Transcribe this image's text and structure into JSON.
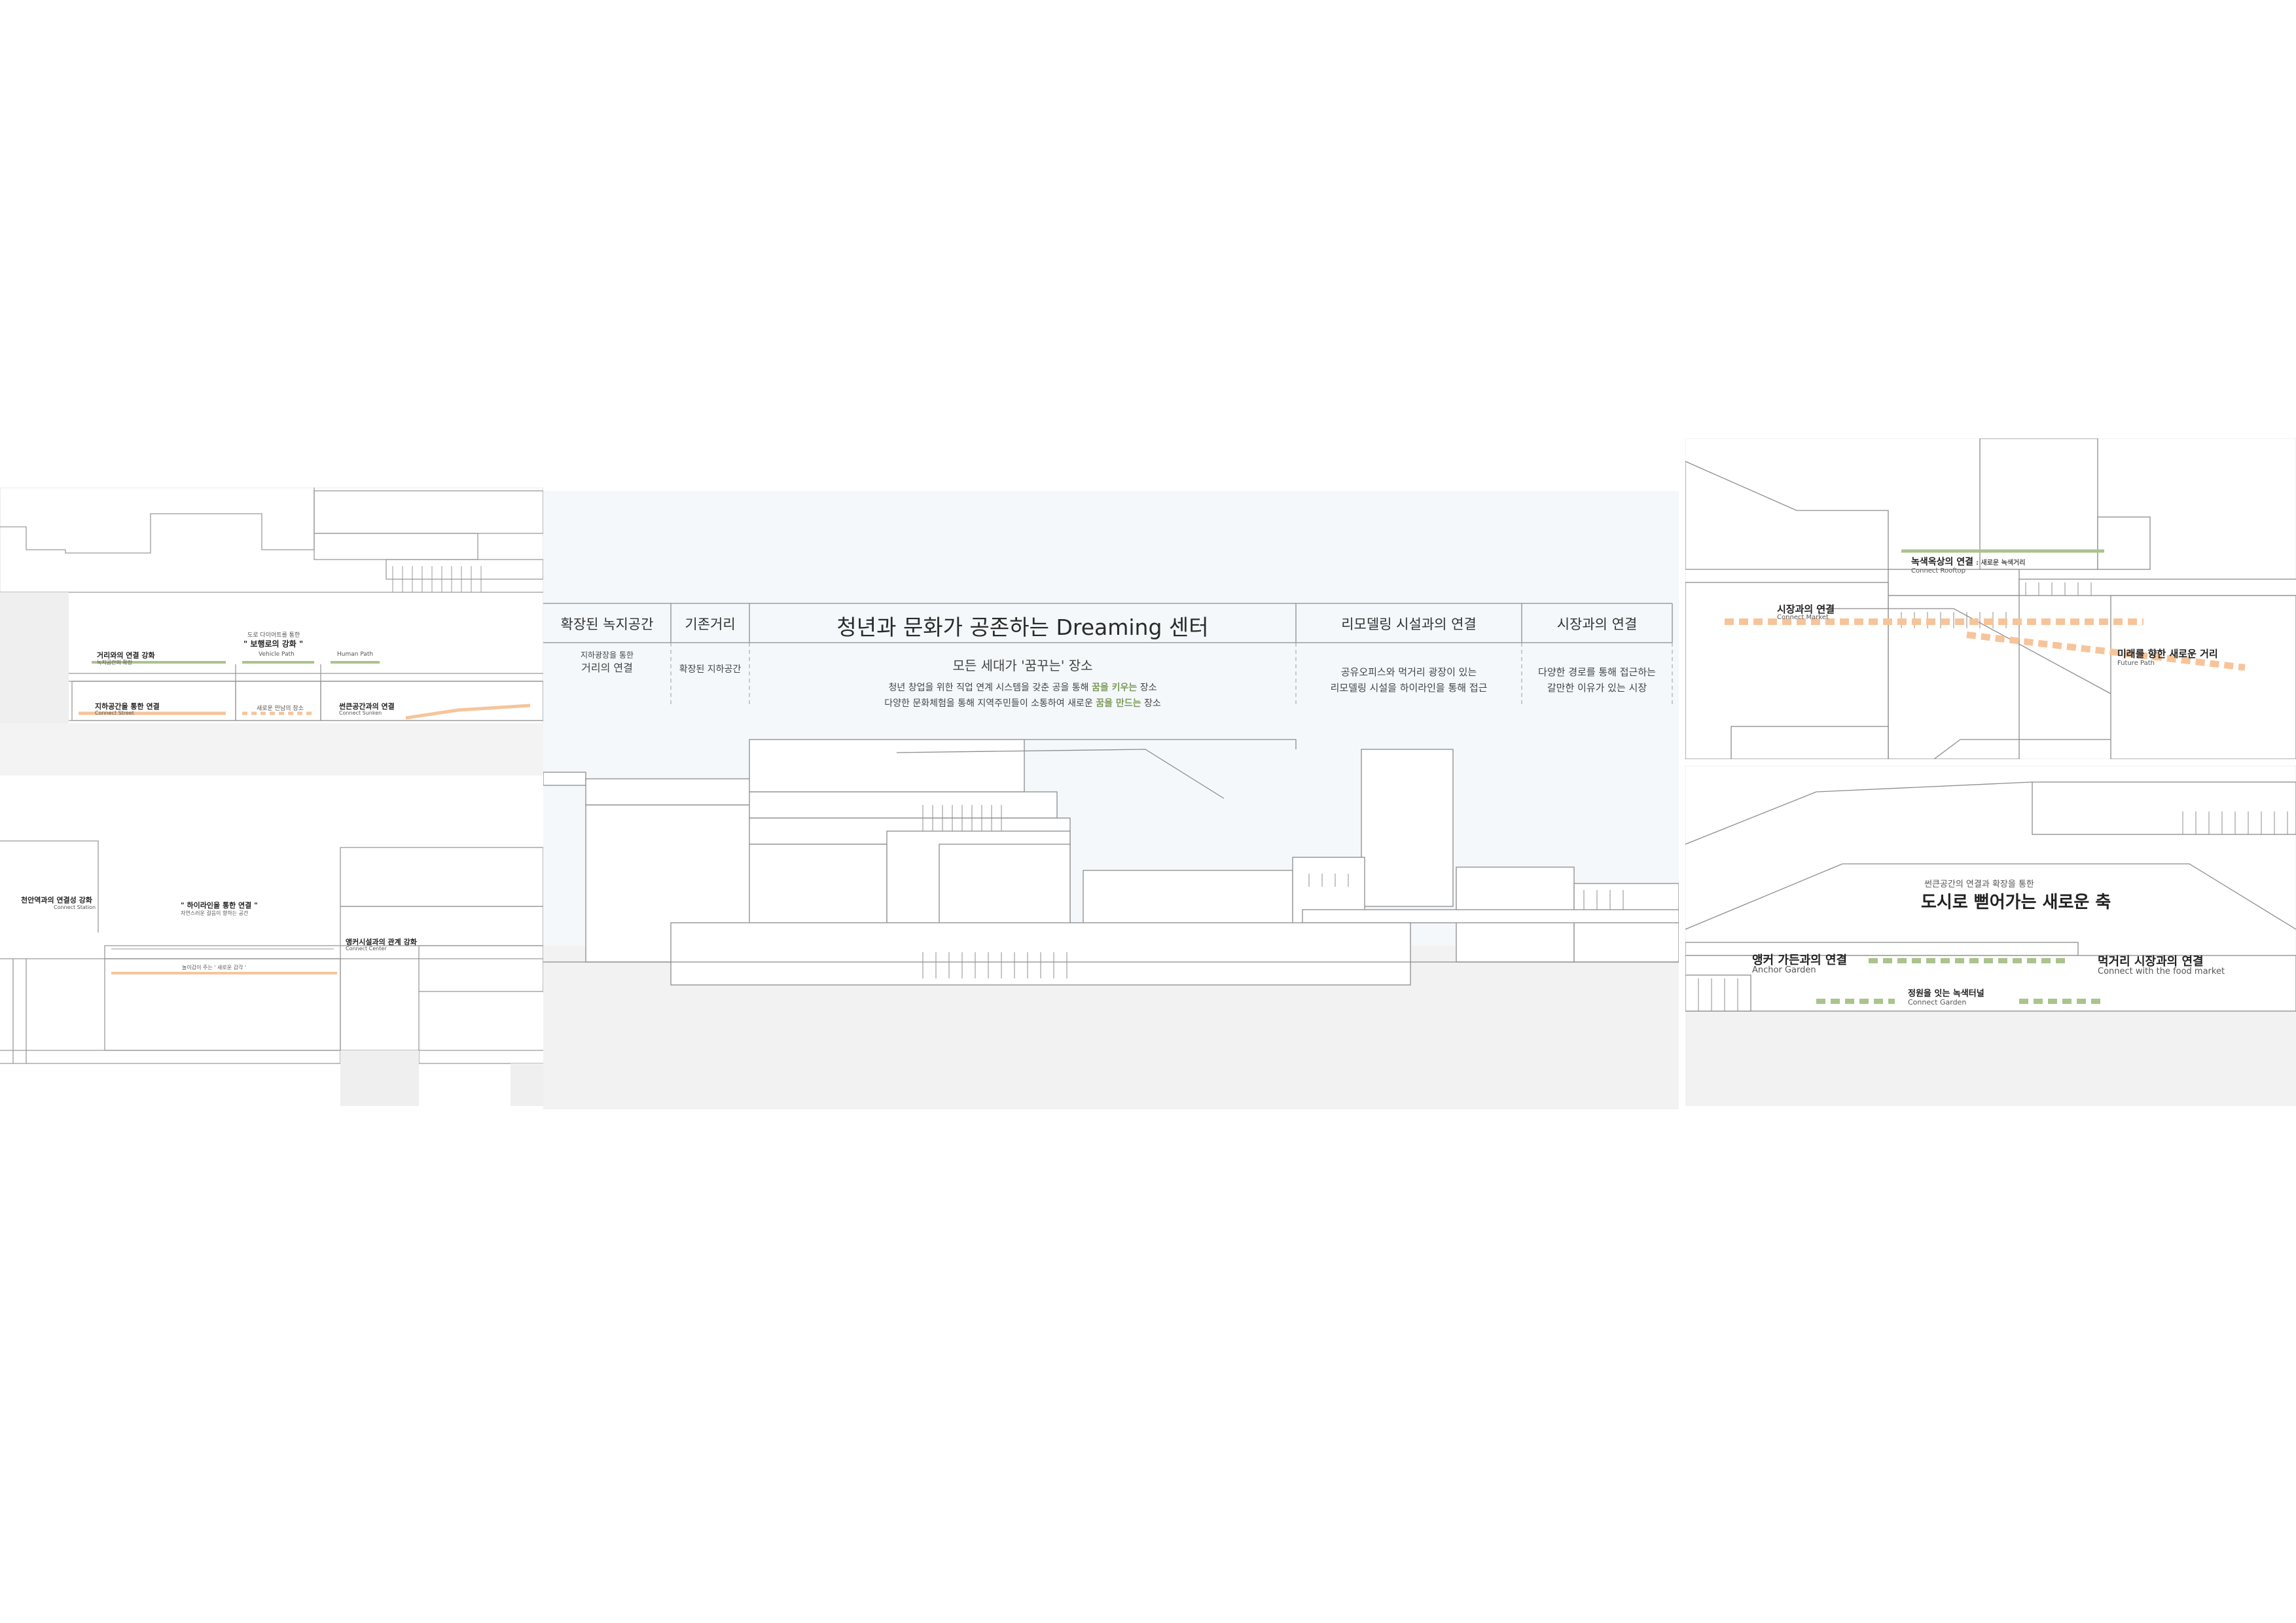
{
  "left_top": {
    "l1": "거리와의 연결 강화",
    "l1_sub": "녹지공간의 확장",
    "l2_pre": "도로 다이어트를 통한",
    "l2": "\" 보행로의 강화 \"",
    "vehicle": "Vehicle Path",
    "human": "Human Path",
    "l3": "지하공간을 통한 연결",
    "l3_sub": "Connect Street",
    "l4": "새로운 만남의 장소",
    "l5": "썬큰공간과의 연결",
    "l5_sub": "Connect Sunken"
  },
  "left_bottom": {
    "l1": "천안역과의 연결성 강화",
    "l1_sub": "Connect Station",
    "l2": "\" 하이라인을 통한 연결 \"",
    "l2_sub": "자연스러운 걸음이 향하는 공간",
    "l3": "앵커시설과의 관계 강화",
    "l3_sub": "Connect Center",
    "l4": "놀이감이 주는 ' 새로운 감각 '"
  },
  "center": {
    "headers": [
      "확장된 녹지공간",
      "기존거리",
      "리모델링 시설과의 연결",
      "시장과의 연결"
    ],
    "title": "청년과 문화가 공존하는 Dreaming 센터",
    "col1_a": "지하광장을 통한",
    "col1_b": "거리의 연결",
    "col2": "확장된 지하공간",
    "main_a": "모든 세대가 '꿈꾸는' 장소",
    "main_b_pre": "청년 창업을 위한 직업 연계 시스템을 갖춘 공을 통해 ",
    "main_b_hl": "꿈을 키우는",
    "main_b_post": " 장소",
    "main_c_pre": "다양한 문화체험을 통해 지역주민들이 소통하여 새로운 ",
    "main_c_hl": "꿈을 만드는",
    "main_c_post": " 장소",
    "col4_a": "공유오피스와 먹거리 광장이 있는",
    "col4_b": "리모델링 시설을 하이라인을 통해 접근",
    "col5_a": "다양한 경로를 통해 접근하는",
    "col5_b": "갈만한 이유가 있는 시장"
  },
  "right_top": {
    "l1": "녹색옥상의 연결",
    "l1_tail": ": 새로운 녹색거리",
    "l1_sub": "Connect Rooftop",
    "l2": "시장과의 연결",
    "l2_sub": "Connect Market",
    "l3": "미래를 향한 새로운 거리",
    "l3_sub": "Future Path"
  },
  "right_bottom": {
    "l1_pre": "썬큰공간의 연결과 확장을 통한",
    "l1": "도시로 뻗어가는 새로운 축",
    "l2": "앵커 가든과의 연결",
    "l2_sub": "Anchor Garden",
    "l3": "먹거리 시장과의 연결",
    "l3_sub": "Connect with the food market",
    "l4": "정원을 잇는 녹색터널",
    "l4_sub": "Connect Garden"
  },
  "colors": {
    "green": "#a9c48c",
    "orange": "#f7c49a",
    "line": "#9a9a9a",
    "sky": "#f4f8fb"
  }
}
